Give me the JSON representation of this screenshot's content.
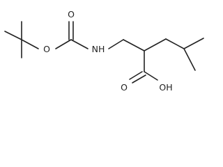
{
  "structure": {
    "atoms": {
      "ester_oxygen": "O",
      "carbonyl_oxygen": "O",
      "amine": "NH",
      "hydroxyl": "OH",
      "acid_carbonyl_oxygen": "O"
    }
  }
}
